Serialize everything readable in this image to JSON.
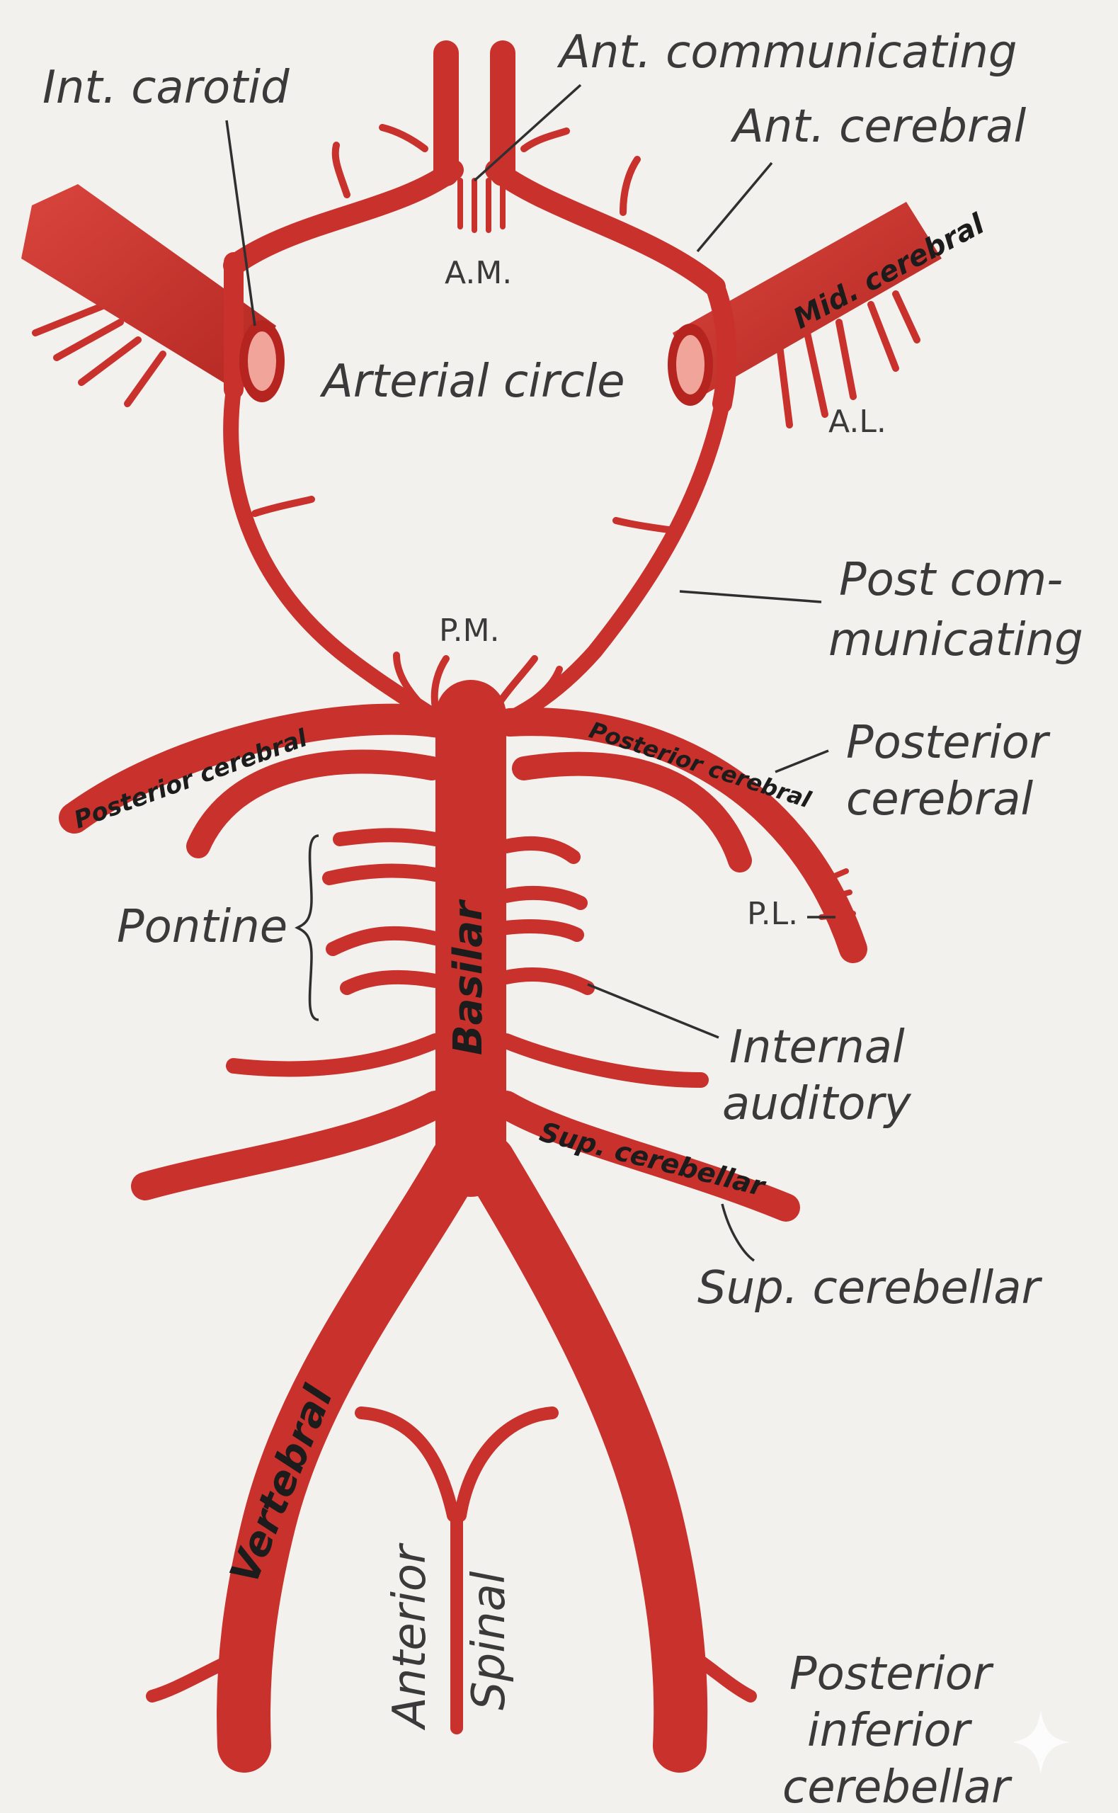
{
  "diagram": {
    "labels": {
      "int_carotid": "Int. carotid",
      "ant_communicating": "Ant. communicating",
      "ant_cerebral": "Ant. cerebral",
      "mid_cerebral": "Mid. cerebral",
      "am": "A.M.",
      "al": "A.L.",
      "arterial_circle": "Arterial circle",
      "post_comm_line1": "Post com-",
      "post_comm_line2": "municating",
      "pm": "P.M.",
      "posterior_cerebral_left_vessel": "Posterior cerebral",
      "posterior_cerebral_right_vessel": "Posterior cerebral",
      "posterior_cerebral_line1": "Posterior",
      "posterior_cerebral_line2": "cerebral",
      "pontine": "Pontine",
      "pl": "P.L.",
      "basilar": "Basilar",
      "internal_auditory_line1": "Internal",
      "internal_auditory_line2": "auditory",
      "sup_cerebellar_vessel": "Sup. cerebellar",
      "sup_cerebellar": "Sup. cerebellar",
      "vertebral": "Vertebral",
      "anterior": "Anterior",
      "spinal": "Spinal",
      "pica_line1": "Posterior",
      "pica_line2": "inferior",
      "pica_line3": "cerebellar"
    },
    "colors": {
      "vessel": "#c8312c",
      "vessel_dark": "#9e211d",
      "lumen": "#f0a49a",
      "background": "#f2f1ee",
      "text": "#3a3a3a"
    }
  }
}
